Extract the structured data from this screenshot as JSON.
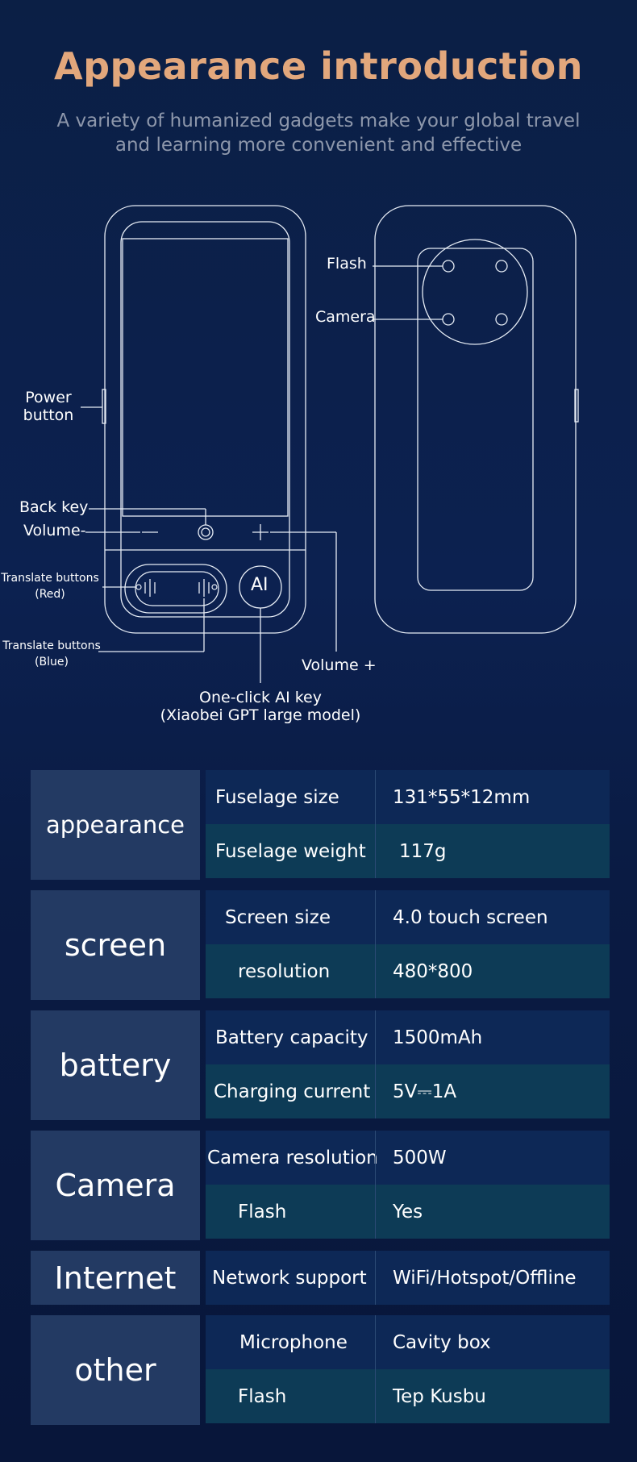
{
  "header": {
    "title": "Appearance introduction",
    "subtitle_line1": "A variety of humanized gadgets make your global travel",
    "subtitle_line2": "and learning more convenient and effective"
  },
  "diagram": {
    "labels": {
      "flash": "Flash",
      "camera": "Camera",
      "power_line1": "Power",
      "power_line2": "button",
      "back_key": "Back key",
      "volume_minus": "Volume-",
      "translate_red_line1": "Translate buttons",
      "translate_red_line2": "(Red)",
      "translate_blue_line1": "Translate buttons",
      "translate_blue_line2": "(Blue)",
      "volume_plus": "Volume +",
      "ai_key_line1": "One-click AI key",
      "ai_key_line2": "(Xiaobei GPT large model)",
      "ai_button_text": "AI"
    }
  },
  "specs": [
    {
      "category": "appearance",
      "rows": [
        {
          "key": "Fuselage size",
          "value": "131*55*12mm"
        },
        {
          "key": "Fuselage weight",
          "value": "117g"
        }
      ]
    },
    {
      "category": "screen",
      "rows": [
        {
          "key": "Screen size",
          "value": "4.0 touch screen"
        },
        {
          "key": "resolution",
          "value": "480*800"
        }
      ]
    },
    {
      "category": "battery",
      "rows": [
        {
          "key": "Battery capacity",
          "value": "1500mAh"
        },
        {
          "key": "Charging current",
          "value": "5V⎓1A"
        }
      ]
    },
    {
      "category": "Camera",
      "rows": [
        {
          "key": "Camera resolution",
          "value": "500W"
        },
        {
          "key": "Flash",
          "value": "Yes"
        }
      ]
    },
    {
      "category": "Internet",
      "rows": [
        {
          "key": "Network support",
          "value": "WiFi/Hotspot/Offline"
        }
      ]
    },
    {
      "category": "other",
      "rows": [
        {
          "key": "Microphone",
          "value": "Cavity box"
        },
        {
          "key": "Flash",
          "value": "Tep Kusbu"
        }
      ]
    }
  ]
}
